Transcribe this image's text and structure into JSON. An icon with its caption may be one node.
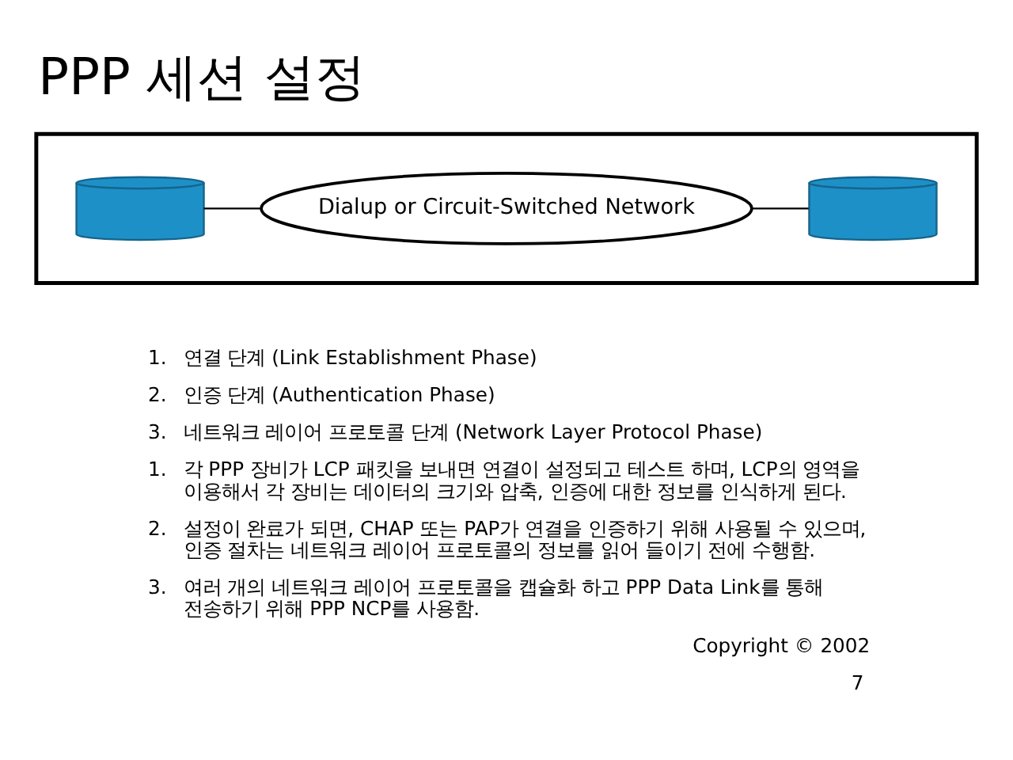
{
  "diagram": {
    "title": "PPP 세션 설정",
    "nodes": [
      {
        "text": [],
        "shape": "box"
      },
      {
        "text": [],
        "shape": "cylinder",
        "in": 0
      },
      {
        "text": [
          "Dialup or Circuit-Switched Network"
        ],
        "in": 0
      },
      {
        "text": [],
        "shape": "cylinder",
        "in": 0
      }
    ],
    "edges": [
      {
        "from": 1,
        "to": 2,
        "arrow": "none"
      },
      {
        "from": 2,
        "to": 3,
        "arrow": "none"
      }
    ],
    "labels": [
      "1.",
      "연결 단계 (Link Establishment Phase)",
      "2.",
      "인증 단계 (Authentication Phase)",
      "3.",
      "네트워크 레이어 프로토콜 단계 (Network Layer Protocol Phase)",
      "1.",
      "각 PPP 장비가 LCP 패킷을 보내면 연결이 설정되고 테스트 하며, LCP의 영역을 이용해서 각 장비는 데이터의 크기와 압축, 인증에 대한 정보를 인식하게 된다.",
      "2.",
      "설정이 완료가 되면, CHAP 또는 PAP가 연결을 인증하기 위해 사용될 수 있으며, 인증 절차는 네트워크 레이어 프로토콜의 정보를 읽어 들이기 전에 수행함.",
      "3.",
      "여러 개의 네트워크 레이어 프로토콜을 캡슐화 하고 PPP Data Link를 통해 전송하기 위해 PPP NCP를 사용함.",
      "Copyright © 2002",
      "7"
    ]
  }
}
